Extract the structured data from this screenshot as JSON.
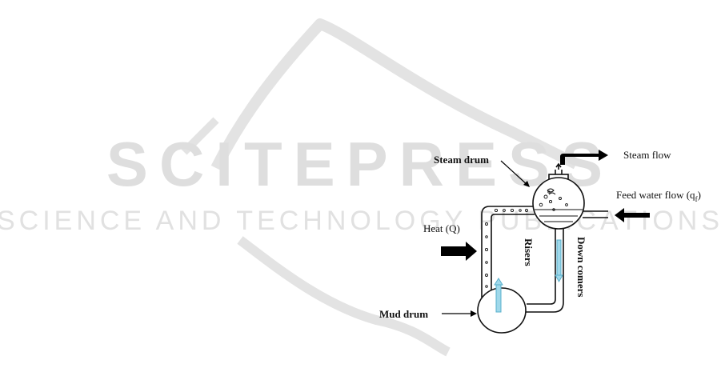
{
  "watermark": {
    "brand": "SCITEPRESS",
    "tagline": "SCIENCE AND TECHNOLOGY PUBLICATIONS",
    "color": "#d9d9d9"
  },
  "diagram": {
    "labels": {
      "steam_drum": "Steam drum",
      "steam_flow": "Steam flow",
      "feed_water": "Feed water flow (q",
      "feed_water_sub": "f",
      "feed_water_close": ")",
      "heat": "Heat (Q)",
      "risers": "Risers",
      "down_comers": "Down comers",
      "mud_drum": "Mud drum"
    },
    "colors": {
      "line": "#111111",
      "water_tube": "#9fd8ea",
      "arrow_fill": "#000000"
    }
  }
}
